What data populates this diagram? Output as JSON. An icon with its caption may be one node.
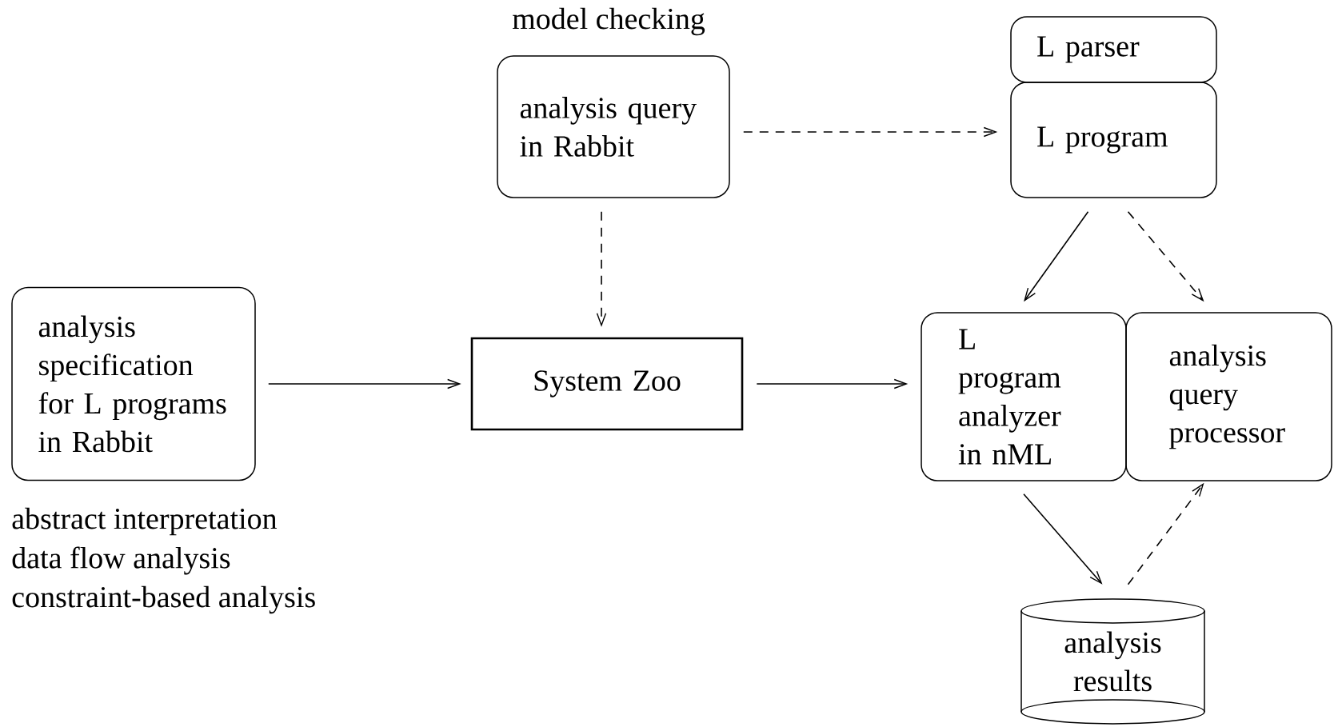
{
  "diagram": {
    "nodes": [
      {
        "text": [
          "analysis specification for L programs in Rabbit"
        ],
        "beside": [
          "abstract interpretation",
          "data flow analysis",
          "constraint-based analysis"
        ]
      },
      {
        "text": [
          "analysis query in Rabbit"
        ],
        "beside": [
          "model checking"
        ]
      },
      {
        "text": [
          "System Zoo"
        ]
      },
      {
        "text": [
          "L parser"
        ]
      },
      {
        "text": [
          "L program"
        ]
      },
      {
        "text": [
          "L program analyzer in nML"
        ]
      },
      {
        "text": [
          "analysis query processor"
        ]
      },
      {
        "text": [
          "analysis results"
        ]
      }
    ],
    "edges": [
      {
        "from": 0,
        "to": 2,
        "arrow": "to"
      },
      {
        "from": 1,
        "to": 2,
        "arrow": "to",
        "style": "dashed"
      },
      {
        "from": 1,
        "to": 4,
        "arrow": "to",
        "style": "dashed"
      },
      {
        "from": 2,
        "to": 5,
        "arrow": "to"
      },
      {
        "from": 4,
        "to": 5,
        "arrow": "to"
      },
      {
        "from": 4,
        "to": 6,
        "arrow": "to",
        "style": "dashed"
      },
      {
        "from": 5,
        "to": 7,
        "arrow": "to"
      },
      {
        "from": 7,
        "to": 6,
        "arrow": "to",
        "style": "dashed"
      }
    ]
  }
}
